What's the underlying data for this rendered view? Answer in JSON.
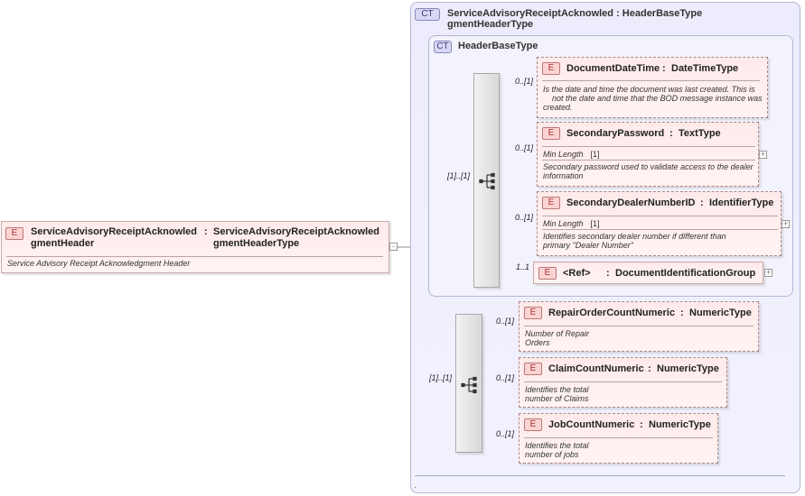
{
  "root": {
    "badge": "E",
    "name": "ServiceAdvisoryReceiptAcknowledgmentHeader",
    "name_line1": "ServiceAdvisoryReceiptAcknowled",
    "name_line2": "gmentHeader",
    "type_sep": ":",
    "type_line1": "ServiceAdvisoryReceiptAcknowled",
    "type_line2": "gmentHeaderType",
    "documentation": "Service Advisory Receipt Acknowledgment Header",
    "expander": "-"
  },
  "complex_type": {
    "badge": "CT",
    "title_line1": "ServiceAdvisoryReceiptAcknowled : HeaderBaseType",
    "title_line2": "gmentHeaderType",
    "footer": "."
  },
  "base_type": {
    "badge": "CT",
    "title": "HeaderBaseType",
    "sequence_cardinality": "[1]..[1]",
    "elements": [
      {
        "badge": "E",
        "name": "DocumentDateTime",
        "sep": ":",
        "type": "DateTimeType",
        "cardinality": "0..[1]",
        "doc": "Is the date and time the document was last created. This is\n    not the date and time that the BOD message instance was\ncreated."
      },
      {
        "badge": "E",
        "name": "SecondaryPassword",
        "sep": ":",
        "type": "TextType",
        "cardinality": "0..[1]",
        "facet_label": "Min Length",
        "facet_value": "[1]",
        "doc": "Secondary password used to validate access to the dealer\ninformation",
        "expander": "+"
      },
      {
        "badge": "E",
        "name": "SecondaryDealerNumberID",
        "sep": ":",
        "type": "IdentifierType",
        "cardinality": "0..[1]",
        "facet_label": "Min Length",
        "facet_value": "[1]",
        "doc": "Identifies secondary dealer number if different than\nprimary \"Dealer Number\"",
        "expander": "+"
      },
      {
        "badge": "E",
        "name": "<Ref>",
        "sep": ":",
        "type": "DocumentIdentificationGroup",
        "cardinality": "1..1",
        "expander": "+"
      }
    ]
  },
  "extension": {
    "sequence_cardinality": "[1]..[1]",
    "elements": [
      {
        "badge": "E",
        "name": "RepairOrderCountNumeric",
        "sep": ":",
        "type": "NumericType",
        "cardinality": "0..[1]",
        "doc": "Number of Repair\nOrders"
      },
      {
        "badge": "E",
        "name": "ClaimCountNumeric",
        "sep": ":",
        "type": "NumericType",
        "cardinality": "0..[1]",
        "doc": "Identifies the total\nnumber of Claims"
      },
      {
        "badge": "E",
        "name": "JobCountNumeric",
        "sep": ":",
        "type": "NumericType",
        "cardinality": "0..[1]",
        "doc": "Identifies the total\nnumber of jobs"
      }
    ]
  }
}
